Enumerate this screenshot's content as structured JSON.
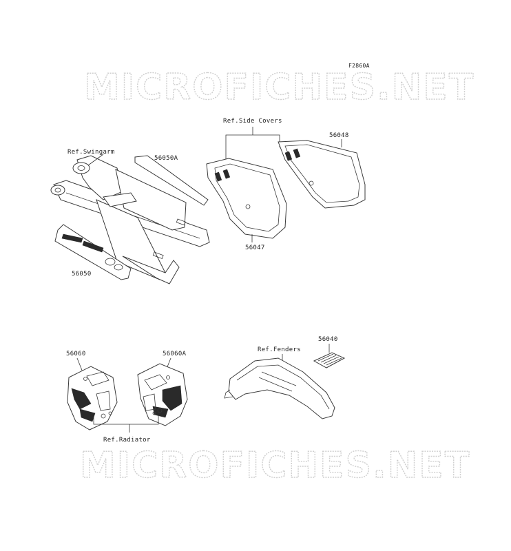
{
  "figure_code": "F2860A",
  "watermark_top": "MICROFICHES.NET",
  "watermark_bottom": "MICROFICHES.NET",
  "labels": {
    "ref_swingarm": "Ref.Swingarm",
    "p56050a": "56050A",
    "p56050": "56050",
    "ref_side_covers": "Ref.Side Covers",
    "p56048": "56048",
    "p56047": "56047",
    "p56060": "56060",
    "p56060a": "56060A",
    "ref_radiator": "Ref.Radiator",
    "ref_fenders": "Ref.Fenders",
    "p56040": "56040"
  },
  "colors": {
    "line": "#3a3a3a",
    "watermark": "#cfcfcf"
  }
}
